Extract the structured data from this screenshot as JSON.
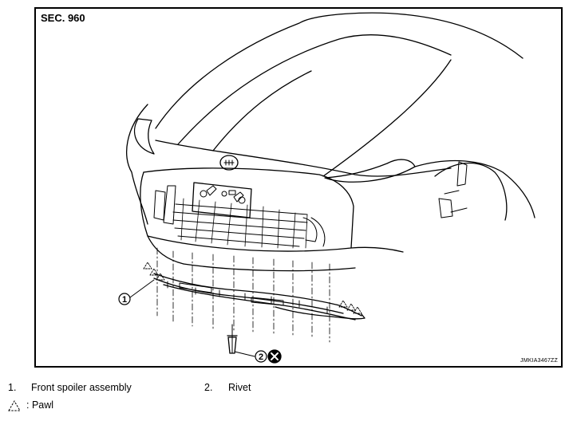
{
  "figure": {
    "section_label": "SEC. 960",
    "figure_code": "JMKIA3467ZZ",
    "callouts": [
      {
        "number": "1",
        "target": "front spoiler assembly"
      },
      {
        "number": "2",
        "target": "rivet"
      }
    ],
    "icons": [
      "pawl-icon",
      "do-not-reuse-icon"
    ]
  },
  "legend": {
    "items": [
      {
        "number": "1.",
        "label": "Front spoiler assembly"
      },
      {
        "number": "2.",
        "label": "Rivet"
      }
    ],
    "symbol_label": ": Pawl"
  }
}
